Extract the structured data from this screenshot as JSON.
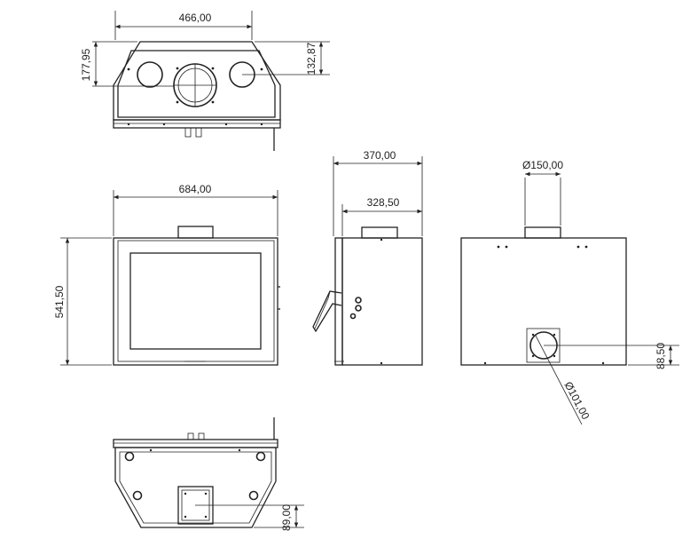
{
  "dimensions": {
    "top_width": "466,00",
    "top_depth": "177,95",
    "top_collar_offset": "132,87",
    "front_width": "684,00",
    "front_height": "541,50",
    "side_depth": "370,00",
    "side_depth_inner": "328,50",
    "flue_diameter": "Ø150,00",
    "air_inlet_diameter": "Ø101,00",
    "air_inlet_height": "88,50",
    "bottom_inlet_offset": "89,00"
  },
  "colors": {
    "line": "#222222",
    "background": "#ffffff"
  }
}
